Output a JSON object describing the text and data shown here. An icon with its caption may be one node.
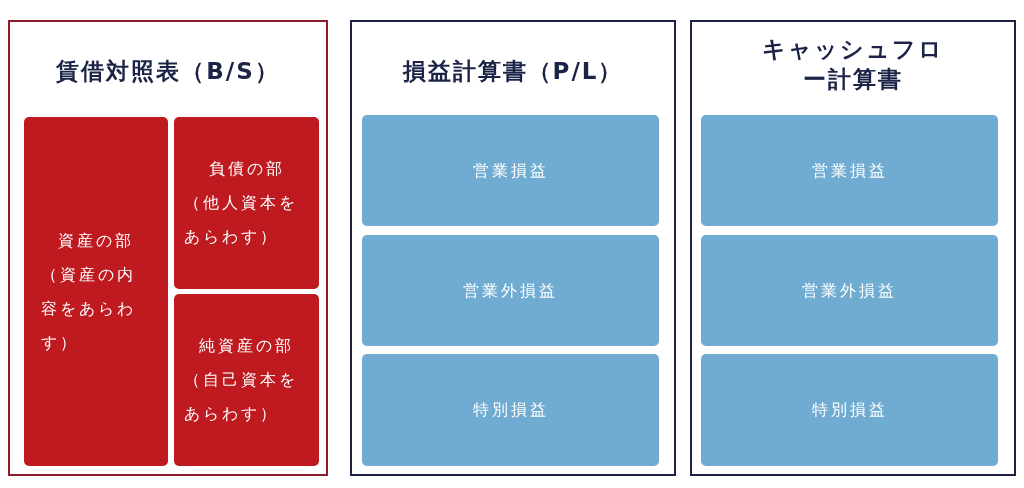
{
  "diagram": {
    "nodes": [
      {
        "text": [
          "賃借対照表（B/S）"
        ]
      },
      {
        "text": [
          "資産の部",
          "（資産の内容をあらわす）"
        ],
        "in": 0
      },
      {
        "text": [
          "負債の部",
          "（他人資本をあらわす）"
        ],
        "in": 0
      },
      {
        "text": [
          "純資産の部",
          "（自己資本をあらわす）"
        ],
        "in": 0
      },
      {
        "text": [
          "損益計算書（P/L）"
        ]
      },
      {
        "text": [
          "営業損益"
        ],
        "in": 4
      },
      {
        "text": [
          "営業外損益"
        ],
        "in": 4
      },
      {
        "text": [
          "特別損益"
        ],
        "in": 4
      },
      {
        "text": [
          "キャッシュフロー計算書"
        ]
      },
      {
        "text": [
          "営業損益"
        ],
        "in": 8
      },
      {
        "text": [
          "営業外損益"
        ],
        "in": 8
      },
      {
        "text": [
          "特別損益"
        ],
        "in": 8
      }
    ]
  }
}
